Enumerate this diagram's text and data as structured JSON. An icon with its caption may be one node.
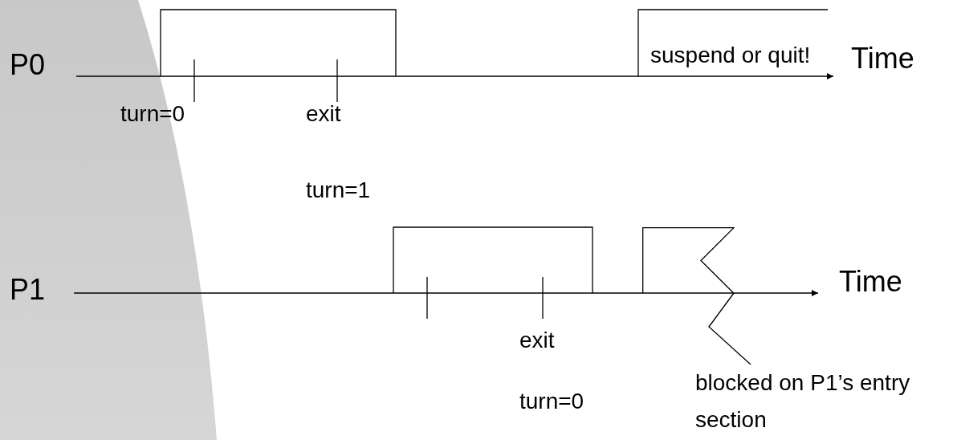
{
  "diagram": {
    "nodes": [
      {
        "text": [
          "P0"
        ]
      },
      {
        "text": [
          "Time"
        ]
      },
      {
        "text": [
          "P1"
        ]
      },
      {
        "text": [
          "Time"
        ]
      },
      {
        "text": [
          "blocked on P1’s entry section"
        ]
      },
      {
        "text": [],
        "shape": "box"
      }
    ],
    "edges": [
      {
        "from": 0,
        "to": 1,
        "arrow": "to"
      },
      {
        "from": 2,
        "to": 3,
        "arrow": "to"
      },
      {
        "from": 4,
        "to": 5,
        "arrow": "none"
      }
    ],
    "labels": [
      "turn=0",
      "exit",
      "suspend or quit!",
      "turn=1",
      "exit",
      "turn=0"
    ]
  }
}
